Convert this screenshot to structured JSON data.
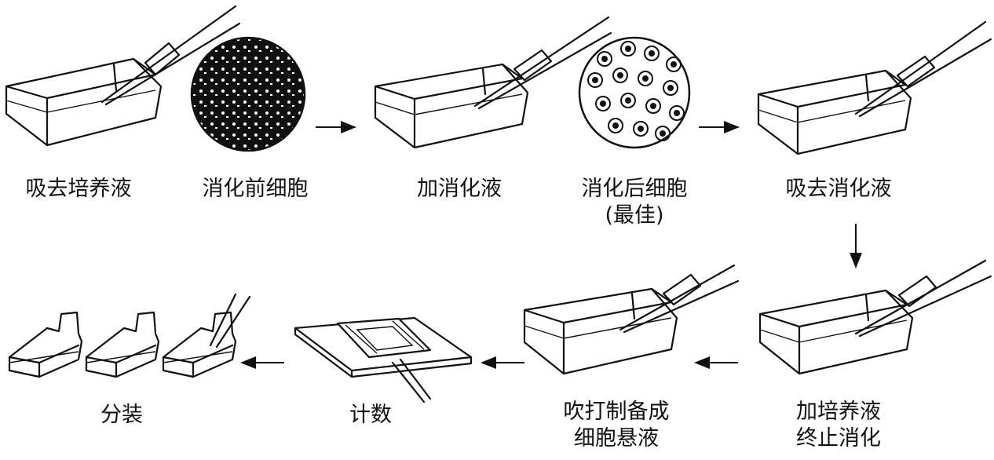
{
  "steps": {
    "s1": "吸去培养液",
    "s2": "消化前细胞",
    "s3": "加消化液",
    "s4": "消化后细胞\n(最佳)",
    "s5": "吸去消化液",
    "s6": "加培养液\n终止消化",
    "s7": "吹打制备成\n细胞悬液",
    "s8": "计数",
    "s9": "分装"
  }
}
